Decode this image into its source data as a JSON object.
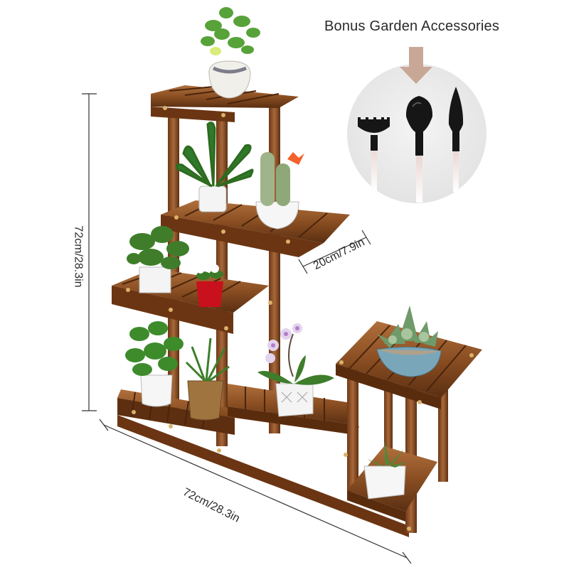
{
  "image": {
    "bonus_title": "Bonus Garden Accessories",
    "dimension_height": "72cm/28.3in",
    "dimension_depth": "20cm/7.9in",
    "dimension_width": "72cm/28.3in"
  },
  "colors": {
    "wood_dark": "#5a2f12",
    "wood_mid": "#8a4e22",
    "wood_light": "#b77a45",
    "leaf_green": "#4d8f2f",
    "circle_bg": "#e8e8e8",
    "arrow": "#c9a796",
    "tool_black": "#161616",
    "tool_handle": "#f3e6e4"
  },
  "icons": [
    "rake-icon",
    "trowel-icon",
    "transplanter-icon",
    "down-arrow-icon"
  ]
}
